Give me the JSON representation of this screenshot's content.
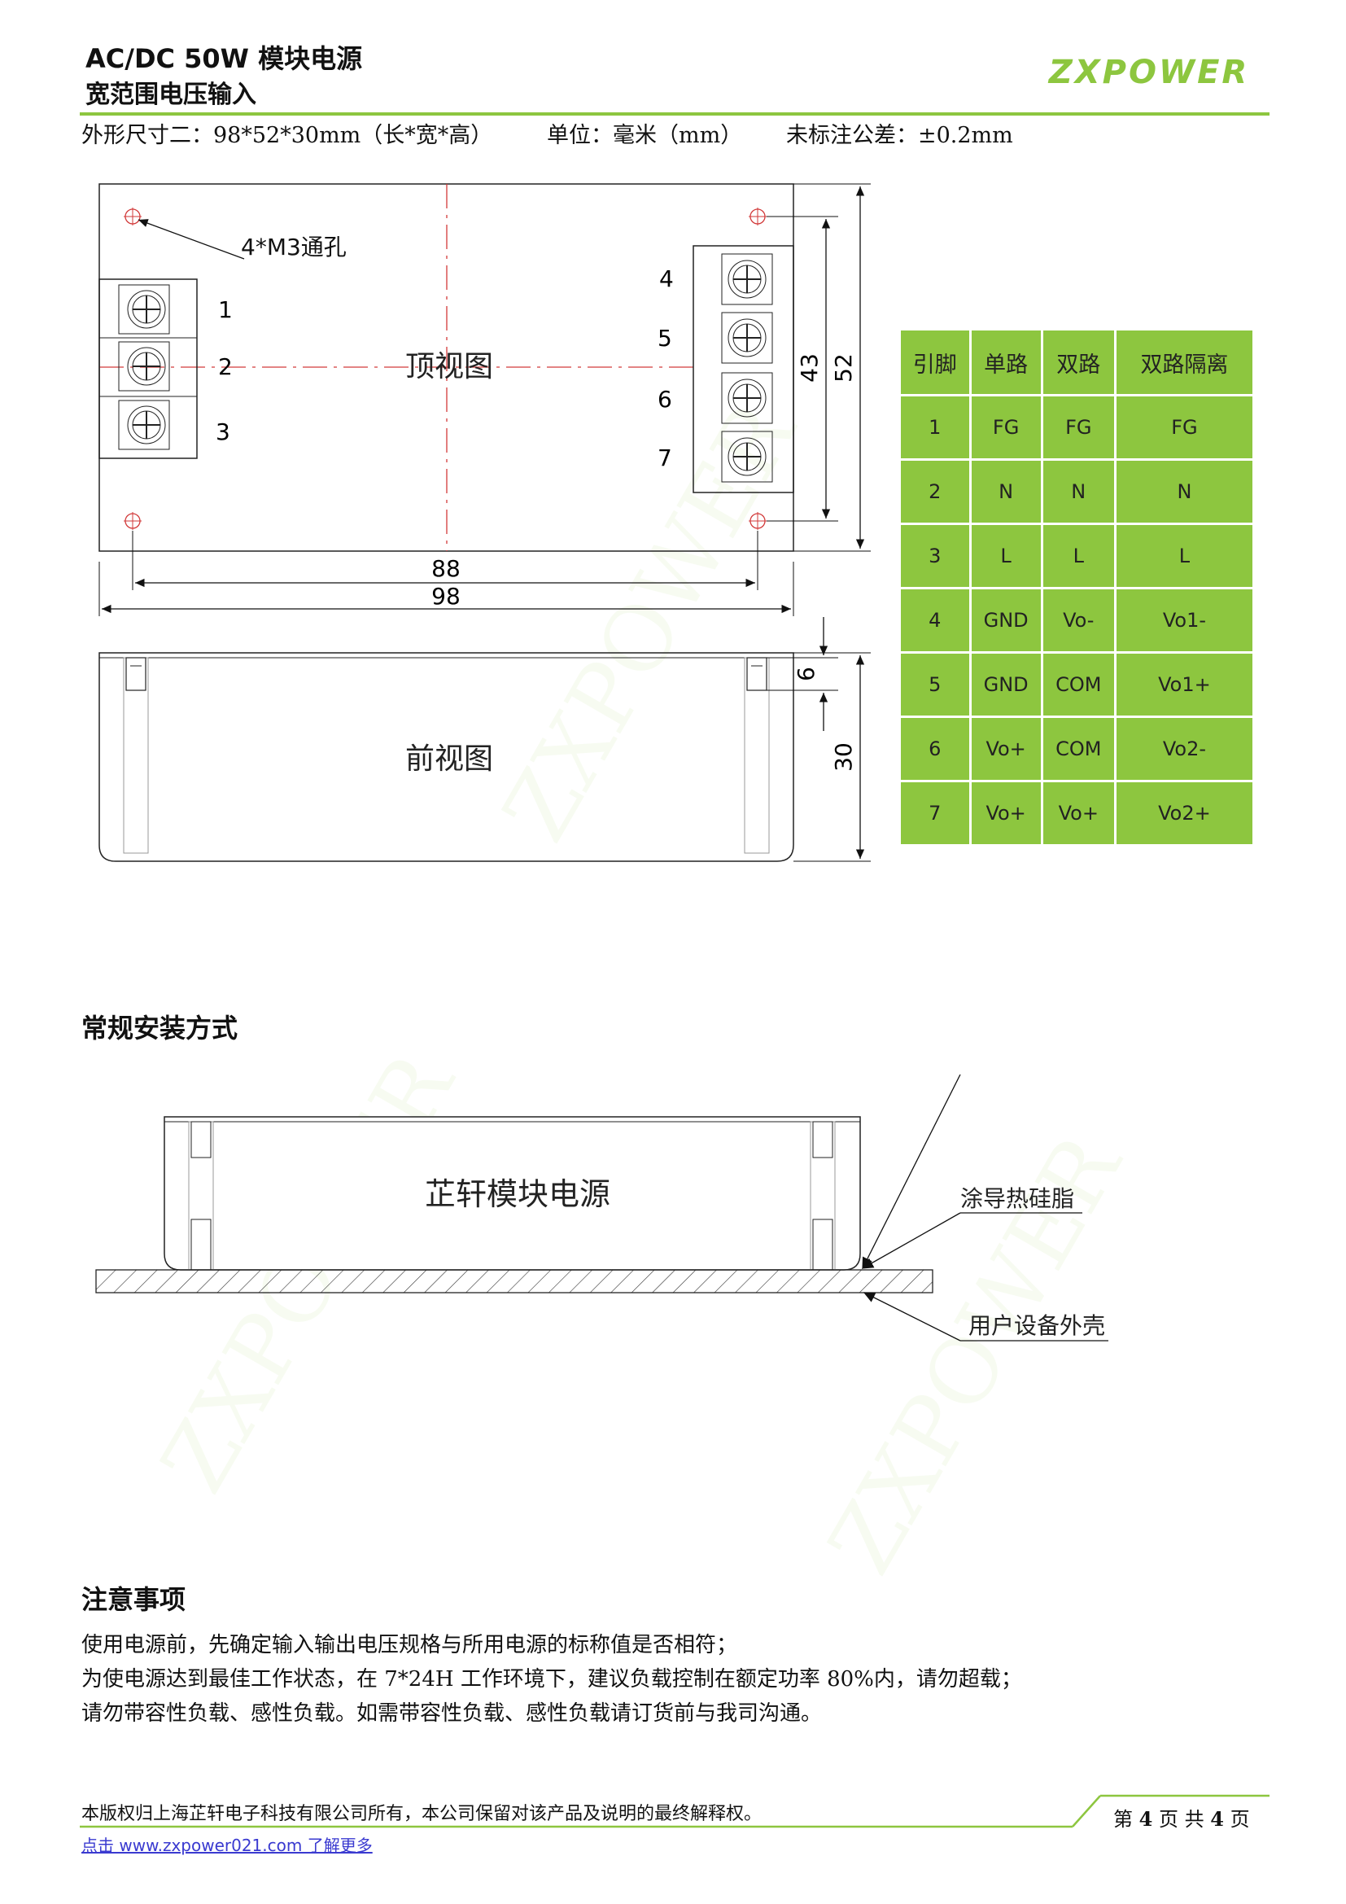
{
  "header": {
    "title": "AC/DC 50W  模块电源",
    "subtitle": "宽范围电压输入",
    "logo_text": "ZXPOWER",
    "brand_color": "#8dc63f"
  },
  "spec": {
    "dimensions": "外形尺寸二：98*52*30mm（长*宽*高）",
    "unit": "单位：毫米（mm）",
    "tolerance": "未标注公差：±0.2mm"
  },
  "top_view": {
    "label": "顶视图",
    "hole_label": "4*M3通孔",
    "left_pins": [
      "1",
      "2",
      "3"
    ],
    "right_pins": [
      "4",
      "5",
      "6",
      "7"
    ],
    "dim_inner_width": "88",
    "dim_outer_width": "98",
    "dim_inner_height": "43",
    "dim_outer_height": "52"
  },
  "front_view": {
    "label": "前视图",
    "dim_screw": "6",
    "dim_height": "30"
  },
  "pin_table": {
    "headers": [
      "引脚",
      "单路",
      "双路",
      "双路隔离"
    ],
    "rows": [
      [
        "1",
        "FG",
        "FG",
        "FG"
      ],
      [
        "2",
        "N",
        "N",
        "N"
      ],
      [
        "3",
        "L",
        "L",
        "L"
      ],
      [
        "4",
        "GND",
        "Vo-",
        "Vo1-"
      ],
      [
        "5",
        "GND",
        "COM",
        "Vo1+"
      ],
      [
        "6",
        "Vo+",
        "COM",
        "Vo2-"
      ],
      [
        "7",
        "Vo+",
        "Vo+",
        "Vo2+"
      ]
    ]
  },
  "install": {
    "title": "常规安装方式",
    "module_label": "芷轩模块电源",
    "paste_label": "涂导热硅脂",
    "shell_label": "用户设备外壳"
  },
  "notes": {
    "title": "注意事项",
    "items": [
      "使用电源前，先确定输入输出电压规格与所用电源的标称值是否相符；",
      "为使电源达到最佳工作状态，在 7*24H 工作环境下，建议负载控制在额定功率 80%内，请勿超载；",
      "请勿带容性负载、感性负载。如需带容性负载、感性负载请订货前与我司沟通。"
    ]
  },
  "footer": {
    "copyright": "本版权归上海芷轩电子科技有限公司所有，本公司保留对该产品及说明的最终解释权。",
    "link": "点击 www.zxpower021.com 了解更多",
    "page_prefix": "第",
    "page_current": "4",
    "page_middle": "页  共",
    "page_total": "4",
    "page_suffix": "页"
  }
}
